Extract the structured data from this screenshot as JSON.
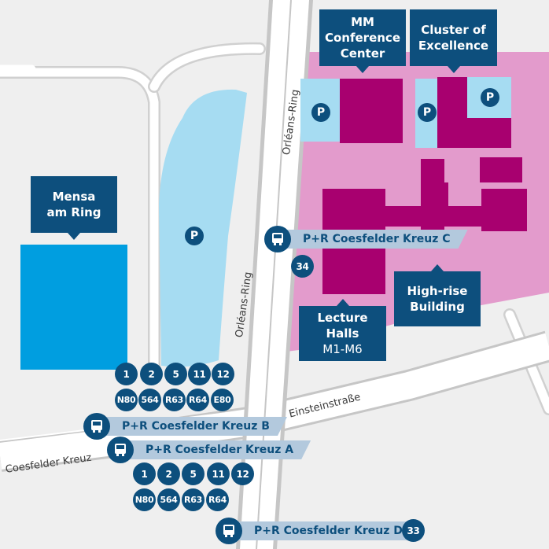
{
  "colors": {
    "background": "#efefef",
    "road": "#ffffff",
    "road_edge": "#d0d0d0",
    "main_road": "#c6c6c6",
    "campus_pink": "#e39bcc",
    "building_magenta": "#a8006f",
    "parking_light_blue": "#a6dcf2",
    "mensa_blue": "#009ee0",
    "label_dark_blue": "#0d4f7d",
    "stop_bar": "#b3c9dd"
  },
  "buildings": {
    "mm_conference": "MM\nConference\nCenter",
    "cluster": "Cluster of\nExcellence",
    "mensa": "Mensa\nam Ring",
    "high_rise": "High-rise\nBuilding",
    "lecture_halls": "Lecture Halls",
    "lecture_halls_sub": "M1-M6"
  },
  "parking_symbol": "P",
  "streets": {
    "orleans_upper": "Orléans-Ring",
    "orleans_lower": "Orléans-Ring",
    "einstein": "Einsteinstraße",
    "coesfelder": "Coesfelder Kreuz"
  },
  "stops": {
    "c": {
      "label": "P+R Coesfelder Kreuz C",
      "lines": [
        "34"
      ]
    },
    "b": {
      "label": "P+R Coesfelder Kreuz B"
    },
    "a": {
      "label": "P+R Coesfelder Kreuz A"
    },
    "d": {
      "label": "P+R Coesfelder Kreuz D",
      "lines": [
        "33"
      ]
    }
  },
  "lines_b_row1": [
    "1",
    "2",
    "5",
    "11",
    "12"
  ],
  "lines_b_row2": [
    "N80",
    "564",
    "R63",
    "R64",
    "E80"
  ],
  "lines_a_row1": [
    "1",
    "2",
    "5",
    "11",
    "12"
  ],
  "lines_a_row2": [
    "N80",
    "564",
    "R63",
    "R64"
  ],
  "icons": [
    "bus-icon",
    "parking-icon"
  ]
}
